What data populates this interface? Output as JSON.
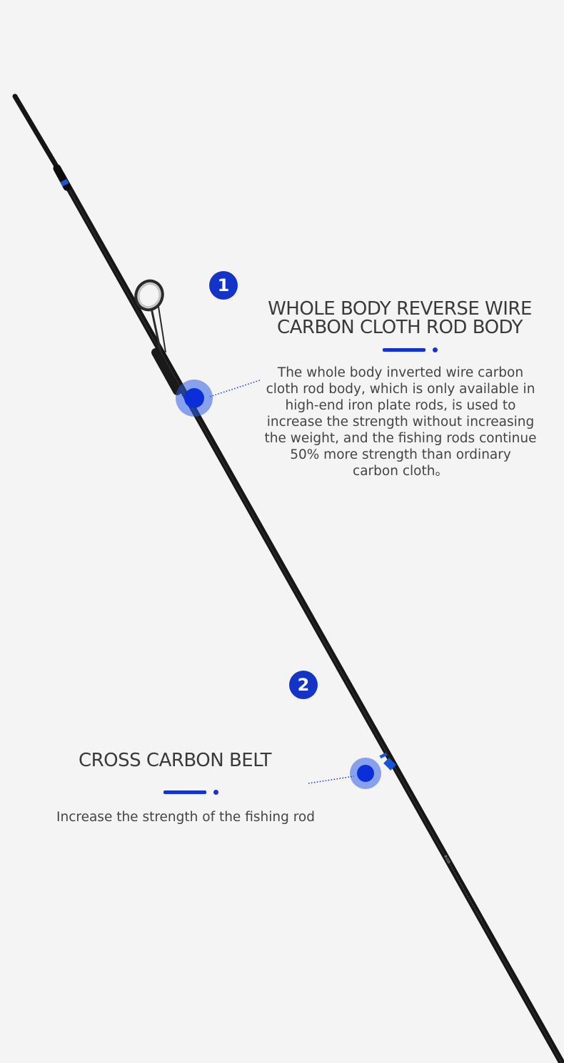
{
  "colors": {
    "background": "#f4f4f4",
    "accent": "#1434c8",
    "rod": "#161616",
    "guide_ring": "#b8b8b8"
  },
  "features": [
    {
      "number": "1",
      "title_line1": "WHOLE BODY REVERSE WIRE",
      "title_line2": "CARBON CLOTH ROD BODY",
      "description": [
        "The whole body inverted wire carbon",
        "cloth rod body, which is only available in",
        "high-end iron plate rods, is used to",
        "increase the strength without increasing",
        "the weight, and the fishing rods continue",
        "50% more strength than ordinary",
        "carbon cloth。"
      ]
    },
    {
      "number": "2",
      "title_line1": "CROSS CARBON BELT",
      "description": [
        "Increase the strength of the fishing rod"
      ]
    }
  ]
}
